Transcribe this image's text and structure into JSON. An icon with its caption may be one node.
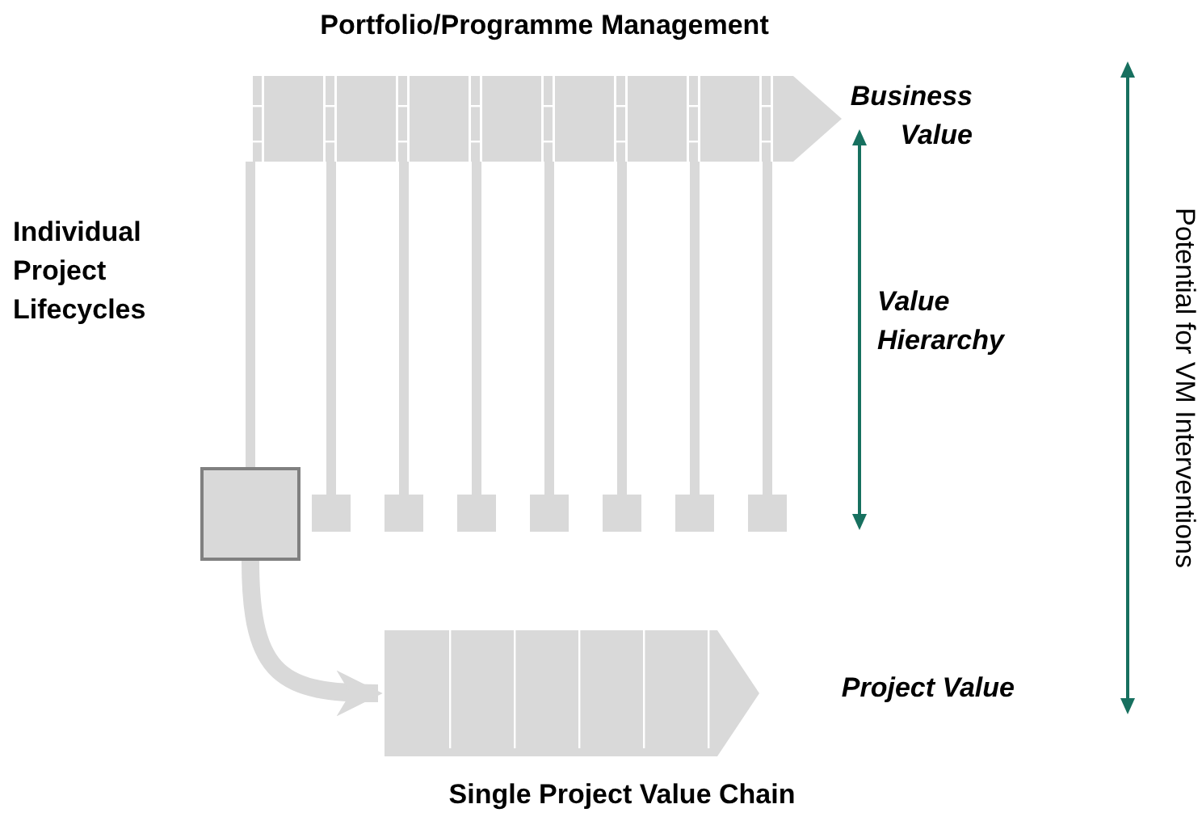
{
  "diagram": {
    "nodes": [
      {
        "text": [],
        "shape": "chevron"
      },
      {
        "text": [],
        "shape": "box"
      },
      {
        "text": [],
        "shape": "box"
      },
      {
        "text": [],
        "shape": "box"
      },
      {
        "text": [],
        "shape": "box"
      },
      {
        "text": [],
        "shape": "box"
      },
      {
        "text": [],
        "shape": "box"
      },
      {
        "text": [],
        "shape": "box"
      },
      {
        "text": [],
        "shape": "box"
      },
      {
        "text": [],
        "shape": "chevron"
      }
    ],
    "edges": [
      {
        "from": 0,
        "to": 1,
        "arrow": "none"
      },
      {
        "from": 0,
        "to": 2,
        "arrow": "none"
      },
      {
        "from": 0,
        "to": 3,
        "arrow": "none"
      },
      {
        "from": 0,
        "to": 4,
        "arrow": "none"
      },
      {
        "from": 0,
        "to": 5,
        "arrow": "none"
      },
      {
        "from": 0,
        "to": 6,
        "arrow": "none"
      },
      {
        "from": 0,
        "to": 7,
        "arrow": "none"
      },
      {
        "from": 0,
        "to": 8,
        "arrow": "none"
      },
      {
        "from": 1,
        "to": 9,
        "arrow": "to",
        "style": "thick"
      }
    ],
    "labels": [
      "Portfolio/Programme Management",
      "Business Value",
      "Individual Project Lifecycles",
      "Value Hierarchy",
      "Potential for VM Interventions",
      "Project Value",
      "Single Project Value Chain"
    ]
  }
}
